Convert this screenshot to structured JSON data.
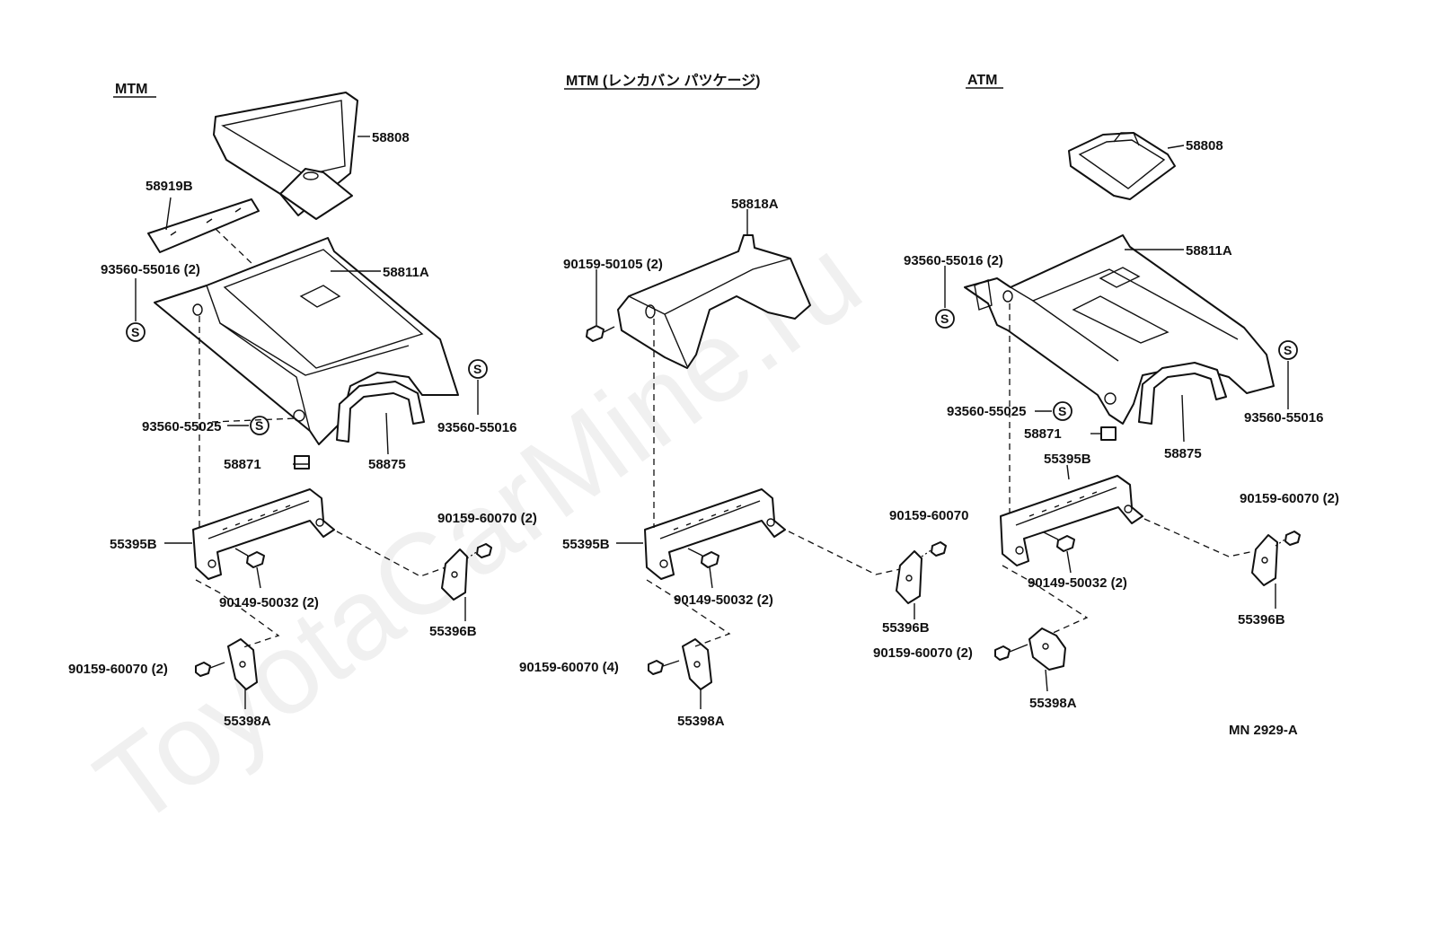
{
  "watermark": "ToyotaCarMine.ru",
  "sections": [
    {
      "title": "MTM"
    },
    {
      "title": "MTM (レンカバン パツケージ)"
    },
    {
      "title": "ATM"
    }
  ],
  "labels": {
    "s1": [
      "58808",
      "58919B",
      "93560-55016 (2)",
      "58811A",
      "93560-55025",
      "93560-55016",
      "58871",
      "58875",
      "55395B",
      "90159-60070 (2)",
      "90149-50032 (2)",
      "55396B",
      "90159-60070 (2)",
      "55398A"
    ],
    "s2": [
      "58818A",
      "90159-50105 (2)",
      "55395B",
      "90159-60070",
      "90149-50032 (2)",
      "55396B",
      "90159-60070 (4)",
      "55398A"
    ],
    "s3": [
      "58808",
      "58811A",
      "93560-55016 (2)",
      "93560-55025",
      "93560-55016",
      "58871",
      "58875",
      "55395B",
      "90159-60070 (2)",
      "90149-50032 (2)",
      "55396B",
      "90159-60070 (2)",
      "55398A"
    ]
  },
  "symbol_letter": "S",
  "figure_code": "MN 2929-A"
}
